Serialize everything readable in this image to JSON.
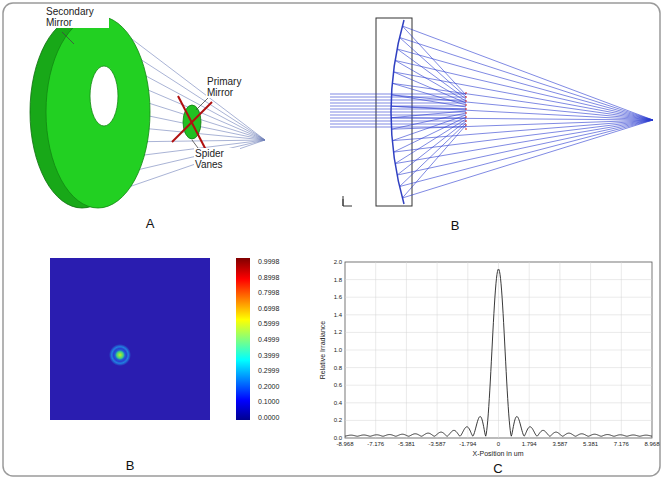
{
  "diagram": {
    "labels": [
      "Secondary Mirror",
      "Primary Mirror",
      "Spider Vanes",
      "A",
      "B",
      "0.9998",
      "0.8998",
      "0.7998",
      "0.6998",
      "0.5999",
      "0.4999",
      "0.3999",
      "0.2999",
      "0.2000",
      "0.1000",
      "0.0000",
      "B",
      "-8.968",
      "-7.176",
      "-5.381",
      "-3.587",
      "-1.794",
      "0",
      "1.794",
      "3.587",
      "5.381",
      "7.176",
      "8.968",
      "0.0",
      "0.2",
      "0.4",
      "0.6",
      "0.8",
      "1.0",
      "1.2",
      "1.4",
      "1.6",
      "1.8",
      "2.0",
      "Relative Irradiance",
      "X-Position in um",
      "C"
    ]
  }
}
